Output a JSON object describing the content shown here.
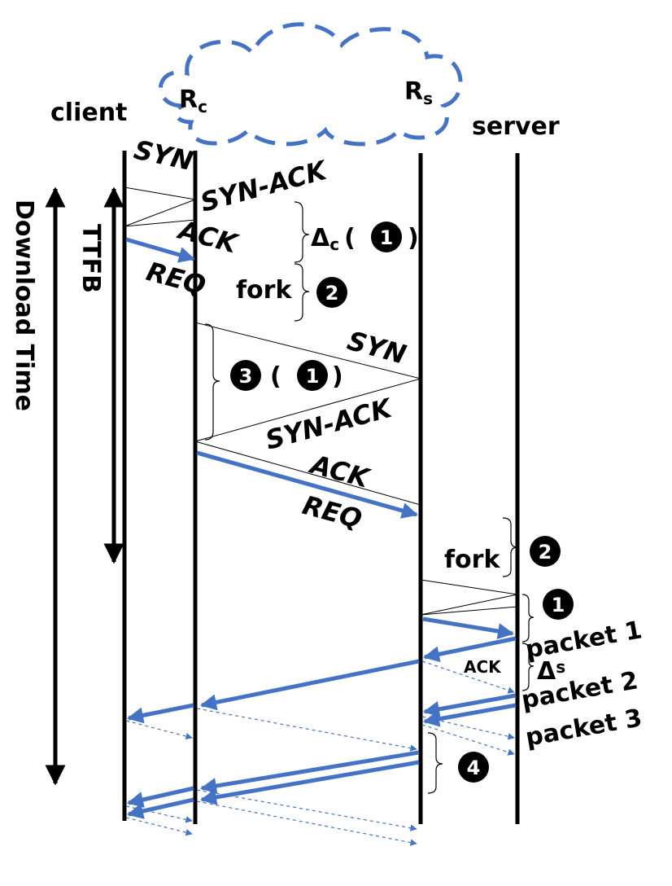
{
  "nodes": {
    "client": "client",
    "rc": "R",
    "rc_sub": "c",
    "rs": "R",
    "rs_sub": "s",
    "server": "server"
  },
  "axis_labels": {
    "download_time": "Download Time",
    "ttfb": "TTFB"
  },
  "messages": {
    "syn_client": "SYN",
    "synack_client": "SYN-ACK",
    "ack_client": "ACK",
    "req_client": "REQ",
    "syn_rs": "SYN",
    "synack_rs": "SYN-ACK",
    "ack_rs": "ACK",
    "req_rs": "REQ",
    "packet1": "packet 1",
    "packet2": "packet 2",
    "packet3": "packet 3",
    "ack_small": "ACK"
  },
  "annotations": {
    "delta_c": "Δ",
    "delta_c_sub": "c",
    "delta_s": "Δ",
    "delta_s_sub": "s",
    "fork_rc": "fork",
    "fork_server": "fork",
    "paren_open": "(",
    "paren_close": ")"
  },
  "step_numbers": {
    "one": "1",
    "two": "2",
    "three": "3",
    "four": "4"
  },
  "colors": {
    "blue": "#4472C4",
    "black": "#000000"
  }
}
